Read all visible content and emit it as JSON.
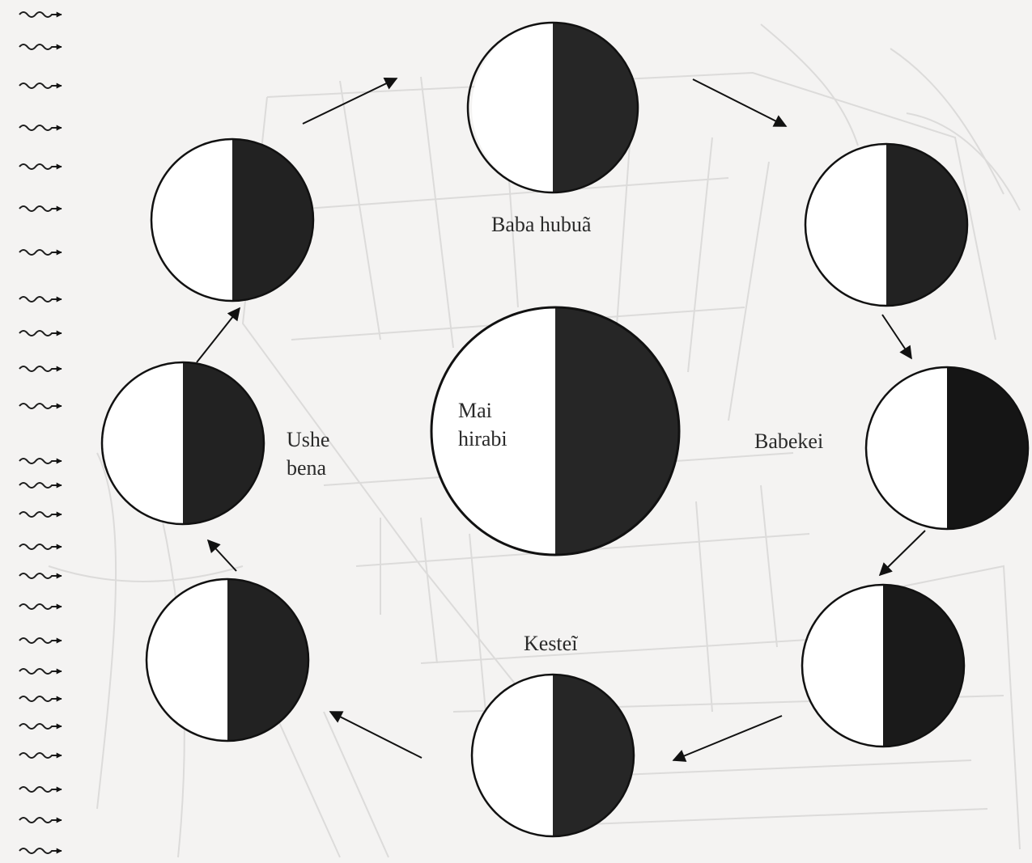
{
  "labels": {
    "top": "Baba hubuã",
    "right": "Babekei",
    "left_line1": "Ushe",
    "left_line2": "bena",
    "center_line1": "Mai",
    "center_line2": "hirabi",
    "bottom": "Kesteĩ"
  },
  "colors": {
    "background": "#f4f3f2",
    "dark_half": "#1d1d1d",
    "light_half": "#ffffff",
    "outline": "#111111",
    "sketch": "#d9d8d7"
  }
}
